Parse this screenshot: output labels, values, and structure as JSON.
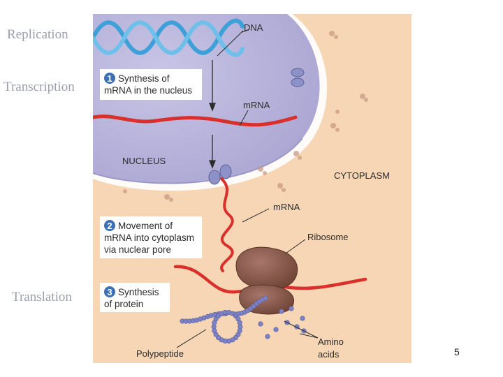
{
  "side_labels": {
    "replication": "Replication",
    "transcription": "Transcription",
    "translation": "Translation"
  },
  "figure": {
    "labels": {
      "dna": "DNA",
      "mrna_nucleus": "mRNA",
      "nucleus": "NUCLEUS",
      "cytoplasm": "CYTOPLASM",
      "mrna_cytoplasm": "mRNA",
      "ribosome": "Ribosome",
      "polypeptide": "Polypeptide",
      "amino_line1": "Amino",
      "amino_line2": "acids"
    },
    "steps": [
      {
        "number": "1",
        "line1": "Synthesis of",
        "line2": "mRNA in the nucleus",
        "line3": ""
      },
      {
        "number": "2",
        "line1": "Movement of",
        "line2": "mRNA into cytoplasm",
        "line3": "via nuclear pore"
      },
      {
        "number": "3",
        "line1": "Synthesis",
        "line2": "of protein",
        "line3": ""
      }
    ],
    "colors": {
      "cytoplasm": "#f6d6b4",
      "nucleus": "#b9b6dc",
      "dna": "#3ea0d8",
      "mrna": "#d9302b",
      "ribosome": "#8a5a48",
      "step_badge": "#3d6fb4",
      "amino": "#7d82c4"
    }
  },
  "page_number": "5"
}
